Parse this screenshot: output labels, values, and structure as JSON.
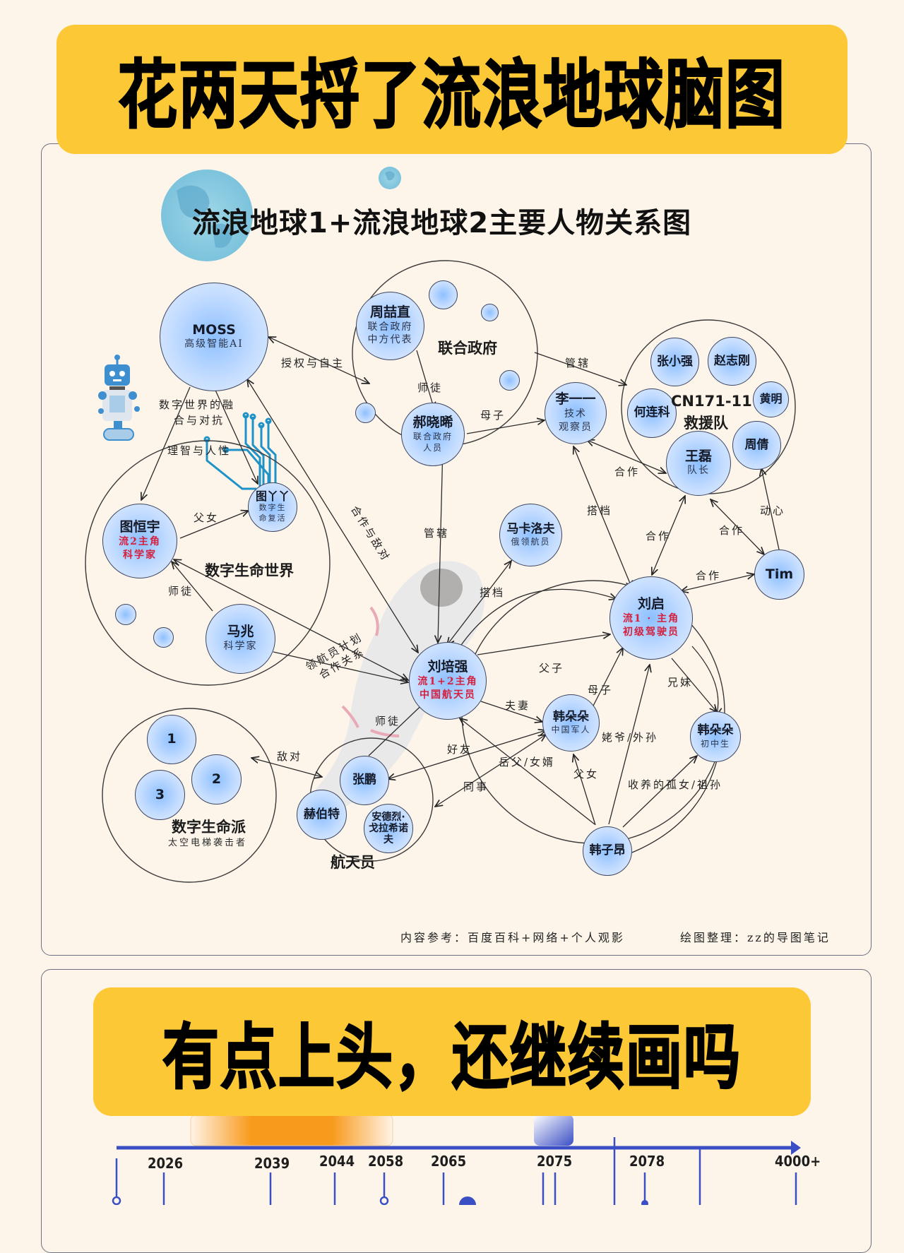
{
  "header": {
    "title": "花两天捋了流浪地球脑图"
  },
  "diagram": {
    "title": "流浪地球1+流浪地球2主要人物关系图",
    "groups": [
      {
        "id": "digital-world",
        "label": "数字生命世界"
      },
      {
        "id": "un-gov",
        "label": "联合政府"
      },
      {
        "id": "rescue",
        "label": "CN171-11",
        "label2": "救援队"
      },
      {
        "id": "digital-faction",
        "label": "数字生命派",
        "sub": "太空电梯袭击者"
      },
      {
        "id": "astronauts",
        "label": "航天员"
      },
      {
        "id": "liuqi-circle",
        "label": ""
      }
    ],
    "nodes": {
      "moss": {
        "name": "MOSS",
        "sub": "高级智能AI"
      },
      "zhouzhe": {
        "name": "周喆直",
        "sub": "联合政府",
        "sub2": "中方代表"
      },
      "haoxiaoxi": {
        "name": "郝晓晞",
        "sub": "联合政府",
        "sub2": "人员"
      },
      "liyiyi": {
        "name": "李一一",
        "sub": "技术",
        "sub2": "观察员"
      },
      "zhangxiaoqiang": {
        "name": "张小强"
      },
      "zhaozhigang": {
        "name": "赵志刚"
      },
      "huangming": {
        "name": "黄明"
      },
      "helianke": {
        "name": "何连科"
      },
      "wanglei": {
        "name": "王磊",
        "sub": "队长"
      },
      "zhouqian": {
        "name": "周倩"
      },
      "tuhengyu": {
        "name": "图恒宇",
        "sub": "流2主角",
        "sub2": "科学家"
      },
      "tuyaya": {
        "name": "图丫丫",
        "sub": "数字生",
        "sub2": "命复活"
      },
      "mazhao": {
        "name": "马兆",
        "sub": "科学家"
      },
      "makaluofu": {
        "name": "马卡洛夫",
        "sub": "俄领航员"
      },
      "liuqi": {
        "name": "刘启",
        "sub": "流1 · 主角",
        "sub2": "初级驾驶员"
      },
      "tim": {
        "name": "Tim"
      },
      "liupeiqiang": {
        "name": "刘培强",
        "sub": "流1+2主角",
        "sub2": "中国航天员"
      },
      "handuoduo_mil": {
        "name": "韩朵朵",
        "sub": "中国军人"
      },
      "handuoduo_stu": {
        "name": "韩朵朵",
        "sub": "初中生"
      },
      "hanziang": {
        "name": "韩子昂"
      },
      "zhangpeng": {
        "name": "张鹏"
      },
      "hebote": {
        "name": "赫伯特"
      },
      "andrei": {
        "name": "安德烈·",
        "name2": "戈拉希诺",
        "name3": "夫"
      },
      "f1": {
        "name": "1"
      },
      "f2": {
        "name": "2"
      },
      "f3": {
        "name": "3"
      }
    },
    "edges": {
      "auth": "授权与自主",
      "fusion1": "数字世界的融",
      "fusion2": "合与对抗",
      "reason": "理智与人性",
      "mentor_gov": "师徒",
      "mother_son_gov": "母子",
      "govern_rescue": "管辖",
      "govern_liu": "管辖",
      "coop_enemy": "合作与敌对",
      "father_daughter_tu": "父女",
      "mentor_tu": "师徒",
      "pilot_plan1": "领航员计划",
      "pilot_plan2": "合作关系",
      "partner_li": "搭档",
      "coop_li_wang": "合作",
      "coop_liuqi_rescue": "合作",
      "coop_tim_rescue": "合作",
      "coop_tim_liuqi": "合作",
      "crush": "动心",
      "partner_mak": "搭档",
      "father_son": "父子",
      "mother_son": "母子",
      "siblings": "兄妹",
      "spouse": "夫妻",
      "grandpa": "姥爷/外孙",
      "mentor_zp": "师徒",
      "friends": "好友",
      "inlaw": "岳父/女婿",
      "father_daughter_han": "父女",
      "adopted": "收养的孤女/祖孙",
      "colleague": "同事",
      "enemy": "敌对"
    },
    "credits": {
      "source": "内容参考：百度百科+网络+个人观影",
      "author": "绘图整理：zz的导图笔记"
    }
  },
  "footer_banner": {
    "title": "有点上头，还继续画吗"
  },
  "timeline": {
    "years": [
      "2026",
      "2039",
      "2044",
      "2058",
      "2065",
      "2075",
      "2078",
      "4000+"
    ],
    "axis_color": "#3b4fc4",
    "highlight_color": "#f89a1c"
  }
}
